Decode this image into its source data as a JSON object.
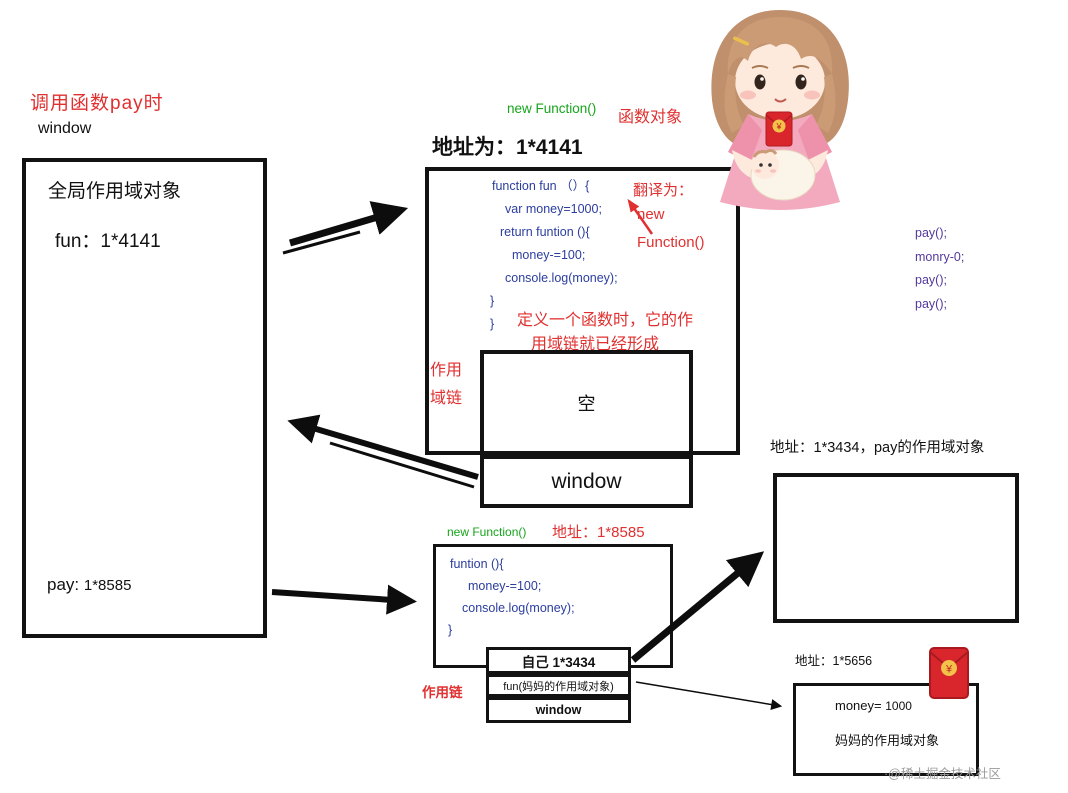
{
  "header": {
    "call_label": "调用函数pay时",
    "window_label": "window"
  },
  "global_box": {
    "title": "全局作用域对象",
    "fun_entry": "fun：1*4141",
    "pay_key": "pay:",
    "pay_value": "1*8585"
  },
  "fun_object": {
    "new_function": "new Function()",
    "title": "函数对象",
    "address": "地址为：1*4141",
    "code": [
      "function fun （）{",
      "var money=1000;",
      "return funtion (){",
      "money-=100;",
      "console.log(money);",
      "}",
      "}"
    ],
    "translate_title": "翻译为：",
    "translate_l1": "new",
    "translate_l2": "Function()",
    "note_l1": "定义一个函数时，它的作",
    "note_l2": "用域链就已经形成",
    "chain_l1": "作用",
    "chain_l2": "域链",
    "empty_label": "空",
    "window_label": "window"
  },
  "calls": {
    "lines": [
      "pay();",
      "monry-0;",
      "pay();",
      "pay();"
    ]
  },
  "pay_scope": {
    "title": "地址：1*3434，pay的作用域对象"
  },
  "pay_fn": {
    "new_function": "new Function()",
    "address": "地址：1*8585",
    "code": [
      "funtion (){",
      "money-=100;",
      "console.log(money);",
      "}"
    ],
    "stack": [
      "自己 1*3434",
      "fun(妈妈的作用域对象)",
      "window"
    ],
    "chain_label": "作用链"
  },
  "mother": {
    "address": "地址：1*5656",
    "money_key": "money=",
    "money_value": "1000",
    "title": "妈妈的作用域对象"
  },
  "icons": {
    "envelope_symbol": "¥"
  },
  "colors": {
    "red": "#e03030",
    "green": "#16a51b",
    "code_blue": "#2b3d9e",
    "purple": "#53399b",
    "ink": "#111111"
  },
  "watermark": "·@稀土掘金技术社区"
}
